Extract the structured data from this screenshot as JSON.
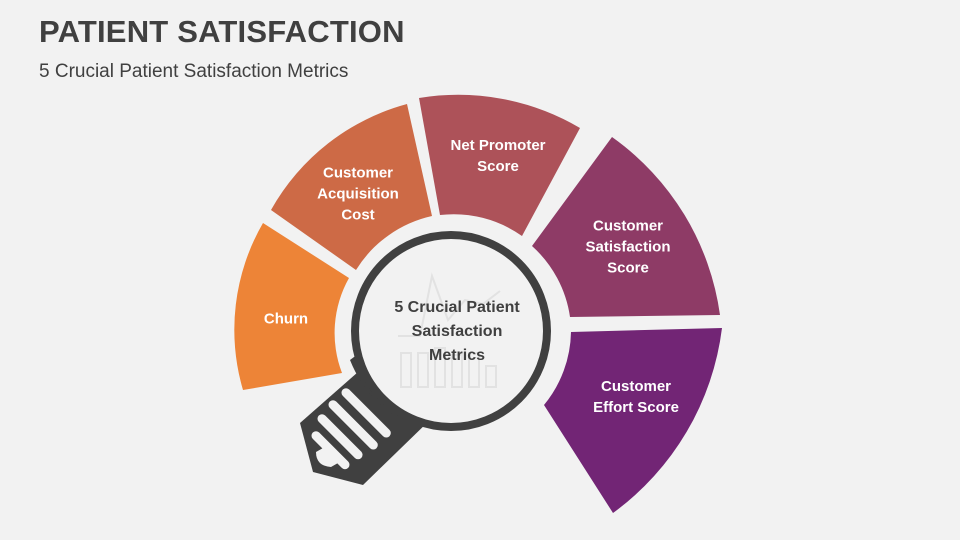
{
  "header": {
    "title": "PATIENT SATISFACTION",
    "subtitle": "5 Crucial Patient Satisfaction Metrics"
  },
  "diagram": {
    "center_label": "5 Crucial Patient\nSatisfaction\nMetrics",
    "center_icon": "bar-chart-trend-icon",
    "base_icon": "lightbulb-base-icon",
    "segments": [
      {
        "label": "Churn",
        "color": "#ED8437"
      },
      {
        "label": "Customer\nAcquisition\nCost",
        "color": "#CD6A46"
      },
      {
        "label": "Net Promoter\nScore",
        "color": "#AD5259"
      },
      {
        "label": "Customer\nSatisfaction\nScore",
        "color": "#8E3B66"
      },
      {
        "label": "Customer\nEffort Score",
        "color": "#722575"
      }
    ]
  }
}
